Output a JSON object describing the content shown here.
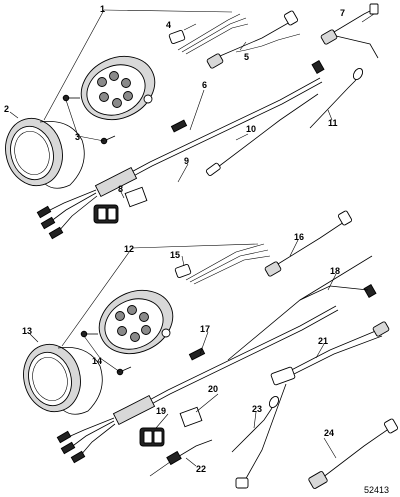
{
  "diagram": {
    "figure_number": "52413",
    "callouts": [
      "1",
      "2",
      "3",
      "4",
      "5",
      "6",
      "7",
      "8",
      "9",
      "10",
      "11",
      "12",
      "13",
      "14",
      "15",
      "16",
      "17",
      "18",
      "19",
      "20",
      "21",
      "22",
      "23",
      "24"
    ]
  }
}
